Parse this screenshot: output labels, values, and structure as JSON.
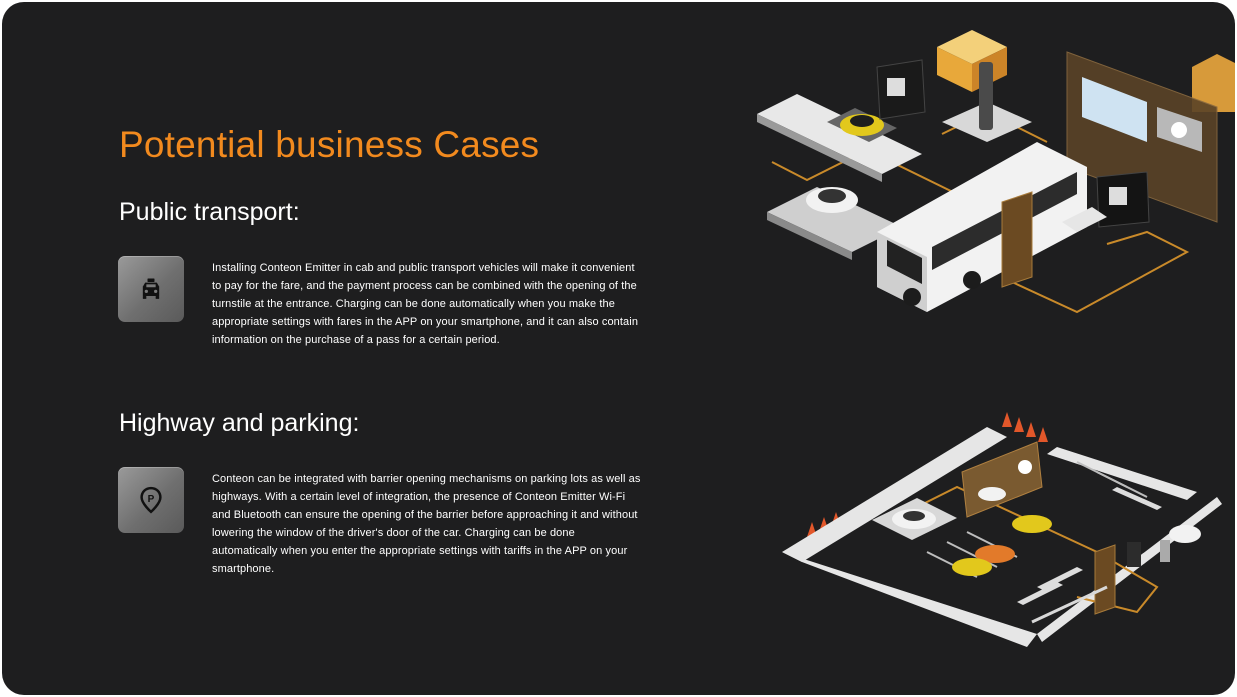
{
  "page": {
    "title": "Potential business Cases"
  },
  "sections": [
    {
      "heading": "Public transport:",
      "icon": "taxi-icon",
      "text": "Installing Conteon Emitter in cab and public transport vehicles will make it convenient to pay for the fare, and the payment process can be combined with the opening of the turnstile at the entrance. Charging can be done automatically when you make the appropriate settings with fares in the APP on your smartphone, and it can also contain information on the purchase of a pass for a certain period."
    },
    {
      "heading": "Highway and parking:",
      "icon": "parking-pin-icon",
      "text": "Conteon can be integrated with barrier opening mechanisms on parking lots as well as highways. With a certain level of integration, the presence of Conteon Emitter Wi-Fi and Bluetooth can ensure the opening of the barrier before approaching it and without lowering the window of the driver's door of the car. Charging can be done automatically when you enter the appropriate settings with tariffs in the APP on your smartphone."
    }
  ],
  "colors": {
    "background": "#1e1e1f",
    "accent": "#f28a1e",
    "text": "#ffffff",
    "icon_box": "#7a7a7a"
  },
  "illustrations": {
    "transport": "transport-isometric-illustration",
    "parking": "parking-isometric-illustration"
  }
}
